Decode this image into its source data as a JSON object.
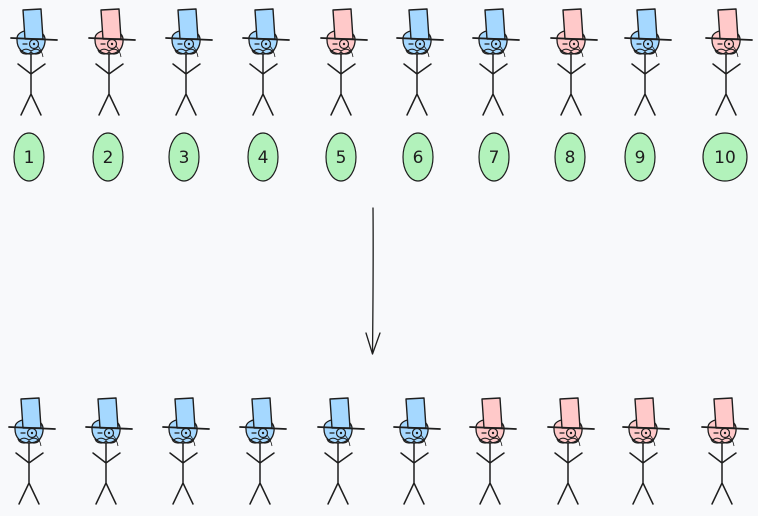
{
  "top_row": {
    "figures": [
      {
        "hat_color": "blue",
        "number": "1"
      },
      {
        "hat_color": "pink",
        "number": "2"
      },
      {
        "hat_color": "blue",
        "number": "3"
      },
      {
        "hat_color": "blue",
        "number": "4"
      },
      {
        "hat_color": "pink",
        "number": "5"
      },
      {
        "hat_color": "blue",
        "number": "6"
      },
      {
        "hat_color": "blue",
        "number": "7"
      },
      {
        "hat_color": "pink",
        "number": "8"
      },
      {
        "hat_color": "blue",
        "number": "9"
      },
      {
        "hat_color": "pink",
        "number": "10"
      }
    ]
  },
  "bottom_row": {
    "figures": [
      {
        "hat_color": "blue"
      },
      {
        "hat_color": "blue"
      },
      {
        "hat_color": "blue"
      },
      {
        "hat_color": "blue"
      },
      {
        "hat_color": "blue"
      },
      {
        "hat_color": "blue"
      },
      {
        "hat_color": "pink"
      },
      {
        "hat_color": "pink"
      },
      {
        "hat_color": "pink"
      },
      {
        "hat_color": "pink"
      }
    ]
  },
  "colors": {
    "blue": "#a5d8ff",
    "pink": "#ffc9c9",
    "number_fill": "#b2f2bb",
    "stroke": "#1e1e1e",
    "background": "#f8f9fb"
  },
  "icons": {
    "figure": "gentleman-top-hat-icon",
    "arrow": "arrow-down-icon"
  }
}
